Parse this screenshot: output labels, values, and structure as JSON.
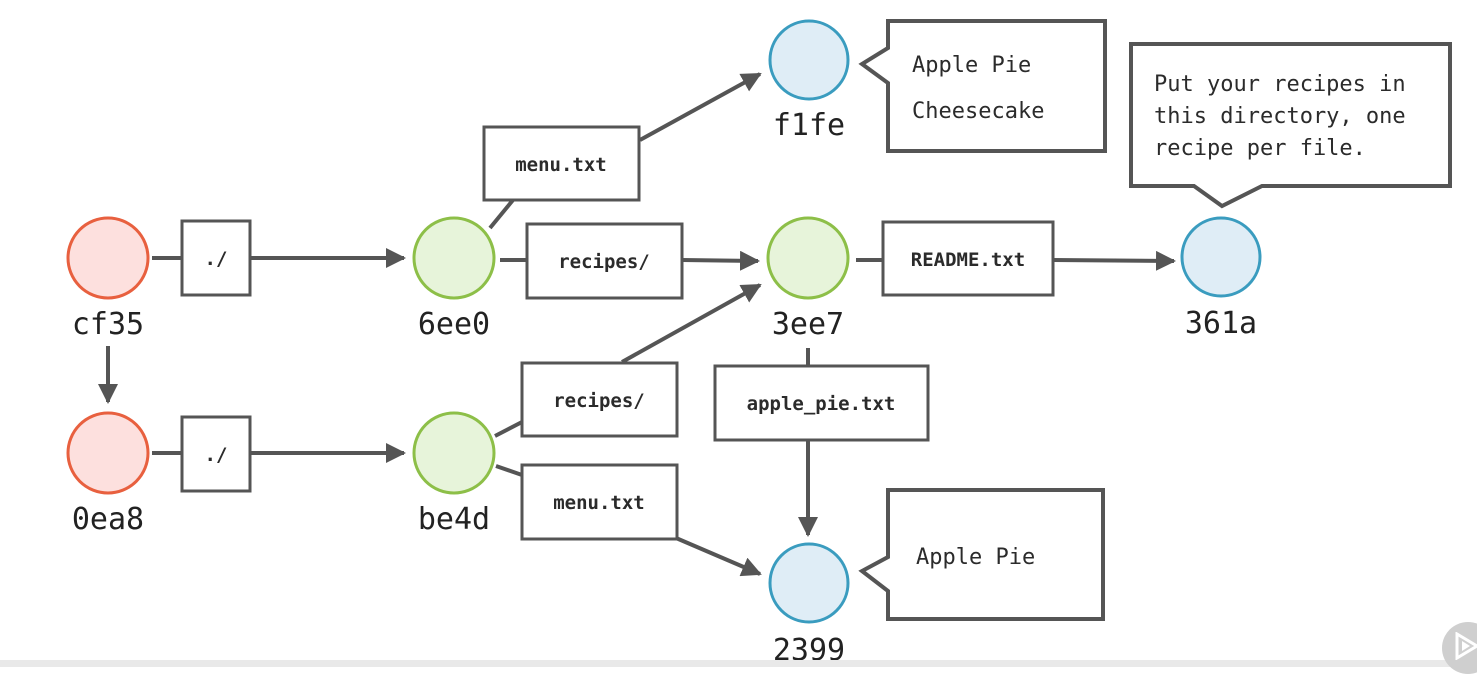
{
  "nodes": {
    "cf35": "cf35",
    "0ea8": "0ea8",
    "6ee0": "6ee0",
    "be4d": "be4d",
    "3ee7": "3ee7",
    "f1fe": "f1fe",
    "361a": "361a",
    "2399": "2399"
  },
  "edges": {
    "cf35_root": "./",
    "0ea8_root": "./",
    "6ee0_menu": "menu.txt",
    "6ee0_recipes": "recipes/",
    "be4d_recipes": "recipes/",
    "be4d_menu": "menu.txt",
    "3ee7_readme": "README.txt",
    "3ee7_apple_pie": "apple_pie.txt"
  },
  "notes": {
    "f1fe_lines": [
      "Apple Pie",
      "Cheesecake"
    ],
    "361a_lines": [
      "Put your recipes in",
      "this directory, one",
      "recipe per file."
    ],
    "2399_lines": [
      "Apple Pie"
    ]
  },
  "colors": {
    "commit_fill": "#fde0de",
    "commit_stroke": "#e8603f",
    "tree_fill": "#e7f4da",
    "tree_stroke": "#8dbf48",
    "blob_fill": "#dfedf6",
    "blob_stroke": "#3a9cbf",
    "line": "#555555"
  },
  "icons": {
    "player_badge": "play-icon"
  }
}
